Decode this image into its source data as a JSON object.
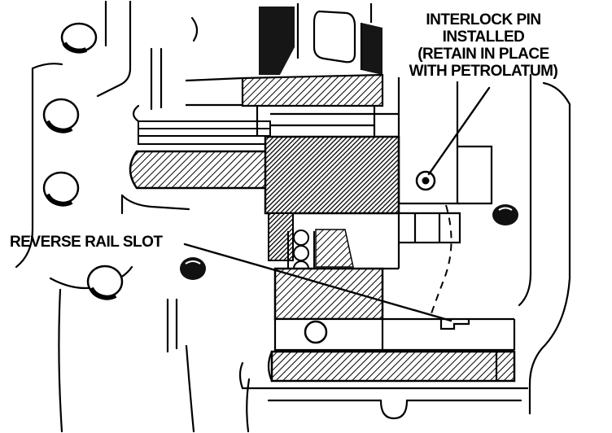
{
  "figure": {
    "background_color": "#ffffff",
    "ink_color": "#000000",
    "description_names": {
      "diagram": "transmission-interlock-pin-diagram"
    }
  },
  "annotations": {
    "interlock_pin": {
      "text": "INTERLOCK PIN\nINSTALLED\n(RETAIN IN PLACE\nWITH PETROLATUM)"
    },
    "reverse_rail_slot": {
      "text": "REVERSE RAIL SLOT"
    }
  }
}
